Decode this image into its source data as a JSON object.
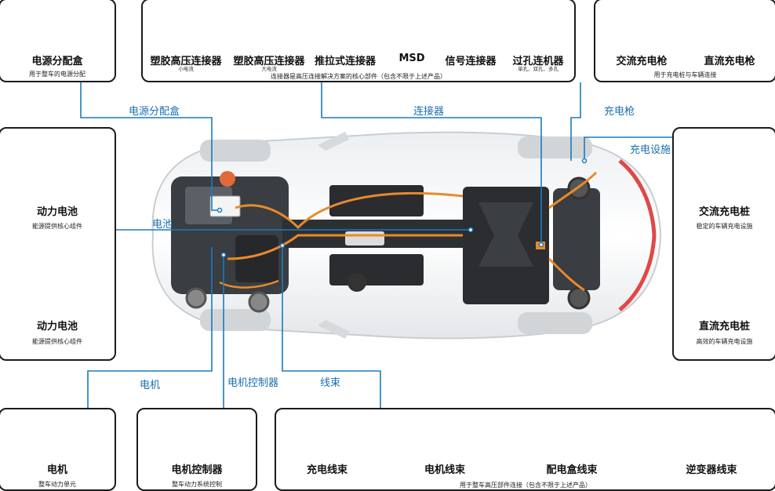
{
  "colors": {
    "line": "#1a7bc0",
    "callout_text": "#1a6fb0",
    "orange": "#e98a2a",
    "green": "#7ac142"
  },
  "top_left": {
    "title": "电源分配盒",
    "desc": "用于整车的电源分配"
  },
  "connectors": {
    "items": [
      {
        "title": "塑胶高压连接器",
        "note": "小电流",
        "icon": "orange-hv-connector-icon"
      },
      {
        "title": "塑胶高压连接器",
        "note": "大电流",
        "icon": "orange-hv-connector-large-icon"
      },
      {
        "title": "推拉式连接器",
        "note": "",
        "icon": "push-pull-connector-icon"
      },
      {
        "title": "MSD",
        "note": "",
        "icon": "msd-icon"
      },
      {
        "title": "信号连接器",
        "note": "",
        "icon": "signal-connector-icon"
      },
      {
        "title": "过孔连机器",
        "note": "单孔、双孔、多孔",
        "icon": "through-hole-connector-icon"
      }
    ],
    "desc": "连接器是高压连接解决方案的核心部件（包含不限于上述产品）"
  },
  "charging_guns": {
    "items": [
      {
        "title": "交流充电枪"
      },
      {
        "title": "直流充电枪"
      }
    ],
    "desc": "用于充电桩与车辆连接"
  },
  "battery": {
    "items": [
      {
        "title": "动力电池",
        "desc": "能源提供核心组件"
      },
      {
        "title": "动力电池",
        "desc": "能源提供核心组件"
      }
    ]
  },
  "charging_piles": {
    "items": [
      {
        "title": "交流充电桩",
        "desc": "稳定的车辆充电设施"
      },
      {
        "title": "直流充电桩",
        "desc": "高效的车辆充电设施"
      }
    ]
  },
  "motor": {
    "title": "电机",
    "desc": "整车动力单元"
  },
  "controller": {
    "title": "电机控制器",
    "desc": "整车动力系统控制"
  },
  "harness": {
    "items": [
      {
        "title": "充电线束"
      },
      {
        "title": "电机线束"
      },
      {
        "title": "配电盒线束"
      },
      {
        "title": "逆变器线束"
      }
    ],
    "desc": "用于整车高压部件连接（包含不限于上述产品）"
  },
  "callouts": {
    "pdu": "电源分配盒",
    "connector": "连接器",
    "gun": "充电枪",
    "facility": "充电设施",
    "battery": "电池",
    "motor": "电机",
    "controller": "电机控制器",
    "harness": "线束"
  }
}
